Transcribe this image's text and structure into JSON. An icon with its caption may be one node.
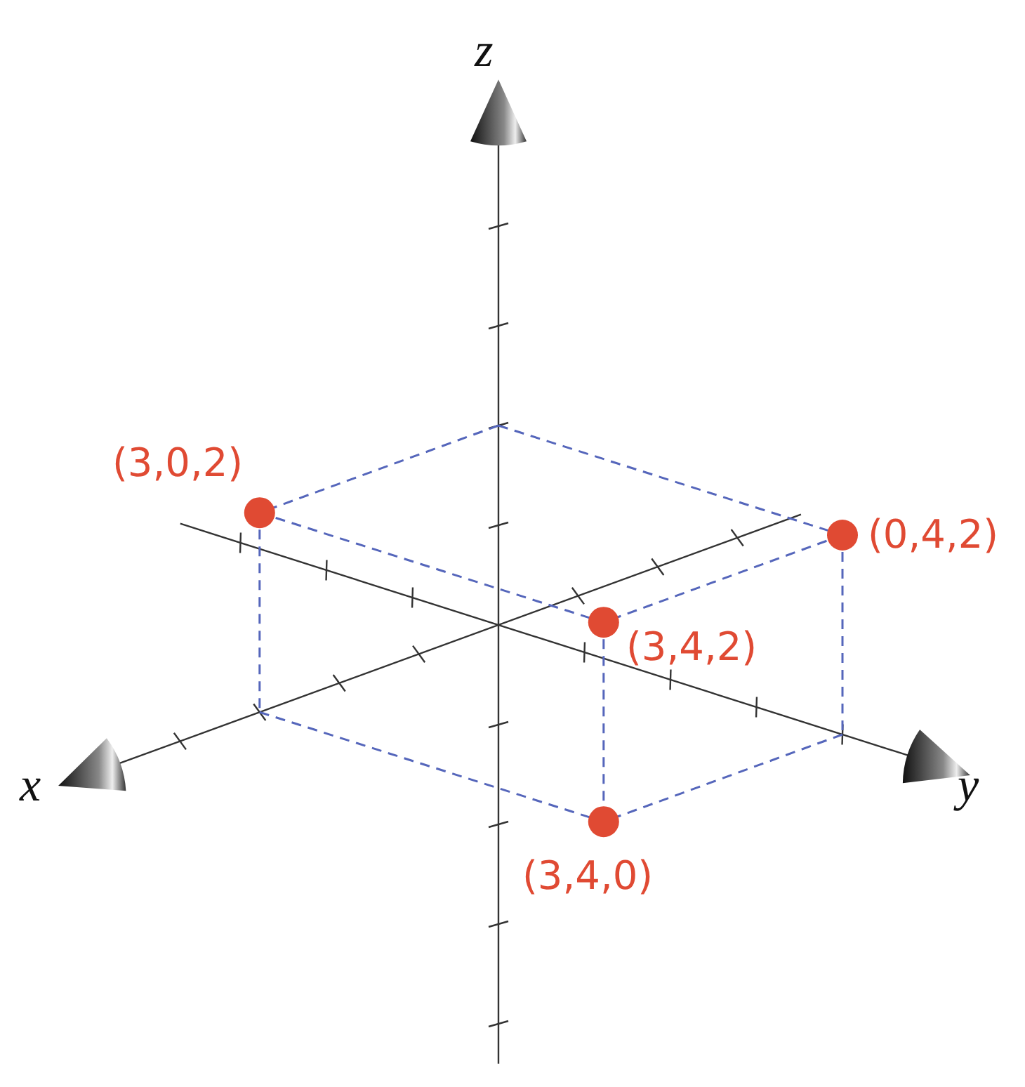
{
  "diagram": {
    "labels": [
      "z",
      "(3,0,2)",
      "(0,4,2)",
      "(3,4,2)",
      "x",
      "y",
      "(3,4,0)"
    ]
  }
}
